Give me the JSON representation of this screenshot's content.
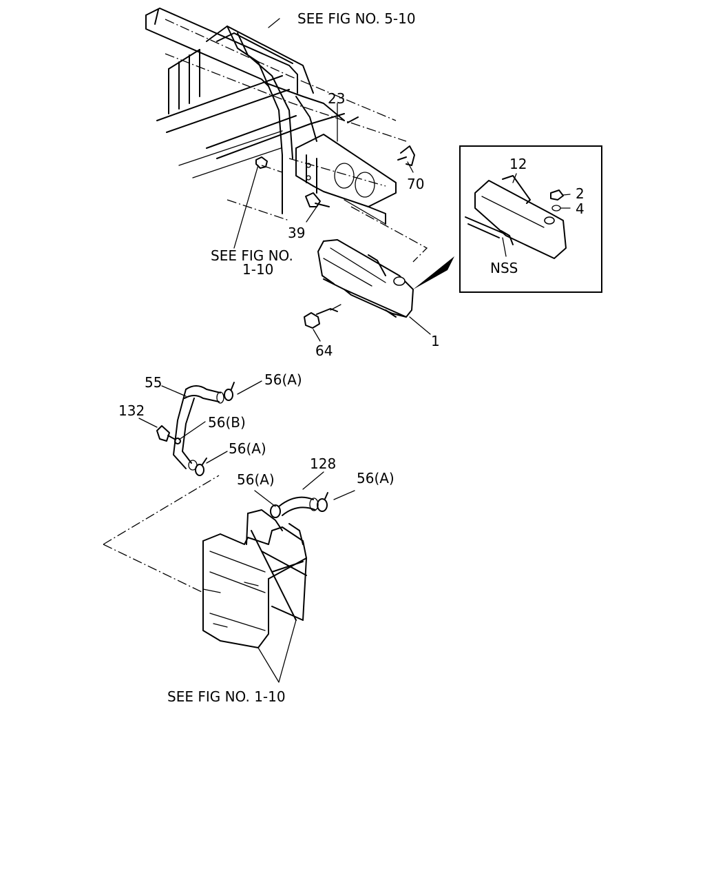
{
  "labels": {
    "see_fig_5_10": "SEE FIG NO. 5-10",
    "part_23": "23",
    "part_70": "70",
    "part_39": "39",
    "see_fig_1_10_top_line1": "SEE FIG NO.",
    "see_fig_1_10_top_line2": "1-10",
    "part_12": "12",
    "part_2": "2",
    "part_4": "4",
    "nss": "NSS",
    "part_64": "64",
    "part_1": "1",
    "part_55": "55",
    "part_56a_1": "56(A)",
    "part_132": "132",
    "part_56b": "56(B)",
    "part_56a_2": "56(A)",
    "part_128": "128",
    "part_56a_3": "56(A)",
    "part_56a_4": "56(A)",
    "see_fig_1_10_bottom": "SEE FIG NO. 1-10"
  }
}
